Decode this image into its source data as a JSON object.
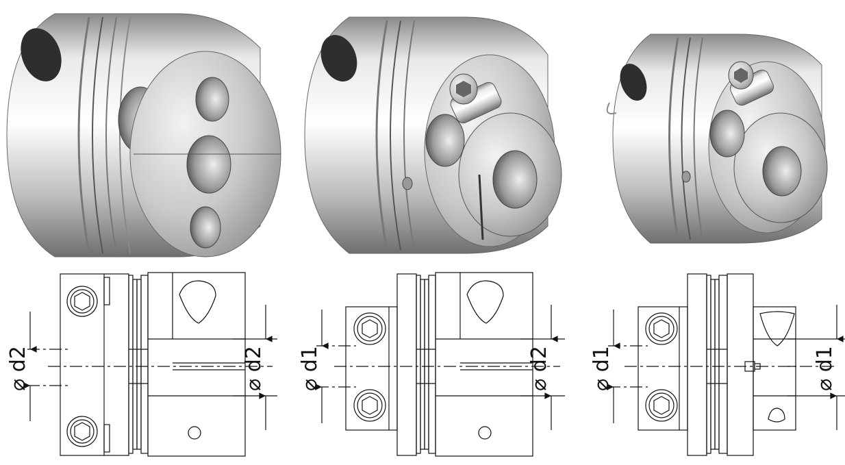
{
  "figures": [
    {
      "id": "coupling-1",
      "left_label": "d2",
      "right_label": "d2",
      "diameter_symbol": "⌀"
    },
    {
      "id": "coupling-2",
      "left_label": "d1",
      "right_label": "d2",
      "diameter_symbol": "⌀"
    },
    {
      "id": "coupling-3",
      "left_label": "d1",
      "right_label": "d1",
      "diameter_symbol": "⌀"
    }
  ],
  "colors": {
    "line": "#111111",
    "metal_light": "#f4f4f4",
    "metal_mid": "#b9b9b9",
    "metal_dark": "#6c6c6c",
    "hole": "#2e2e2e",
    "bg": "#ffffff"
  }
}
